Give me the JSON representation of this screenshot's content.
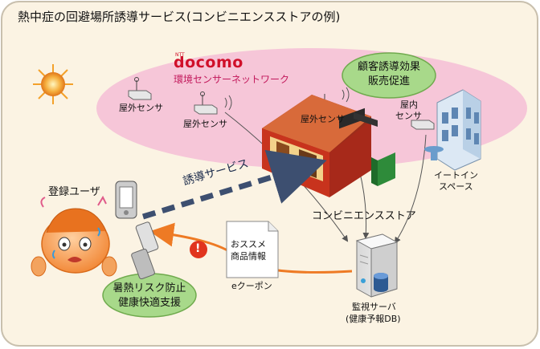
{
  "title": "熱中症の回避場所誘導サービス(コンビニエンスストアの例)",
  "brand": {
    "ntt": "NTT",
    "name": "docomo",
    "network": "環境センサーネットワーク"
  },
  "sensors": {
    "outdoor1": "屋外センサ",
    "outdoor2": "屋外センサ",
    "store_sensor": "屋外センサ",
    "indoor_line1": "屋内",
    "indoor_line2": "センサ"
  },
  "bubble_customer": {
    "line1": "顧客誘導効果",
    "line2": "販売促進"
  },
  "bubble_health": {
    "line1": "暑熱リスク防止",
    "line2": "健康快適支援"
  },
  "eatin": {
    "line1": "イートイン",
    "line2": "スペース"
  },
  "store_label": "コンビニエンスストア",
  "service_label": "誘導サービス",
  "user_label": "登録ユーザ",
  "coupon": {
    "line1": "おススメ",
    "line2": "商品情報",
    "caption": "eクーポン"
  },
  "server": {
    "line1": "監視サーバ",
    "line2": "(健康予報DB)"
  },
  "alert_mark": "!",
  "colors": {
    "frame_bg": "#fbf3e3",
    "ellipse_pink": "#f6c6d8",
    "bubble_green": "#a8d98a",
    "arrow_orange": "#ee7a24",
    "arrow_navy": "#3d4f70",
    "store_red": "#c8331d"
  }
}
